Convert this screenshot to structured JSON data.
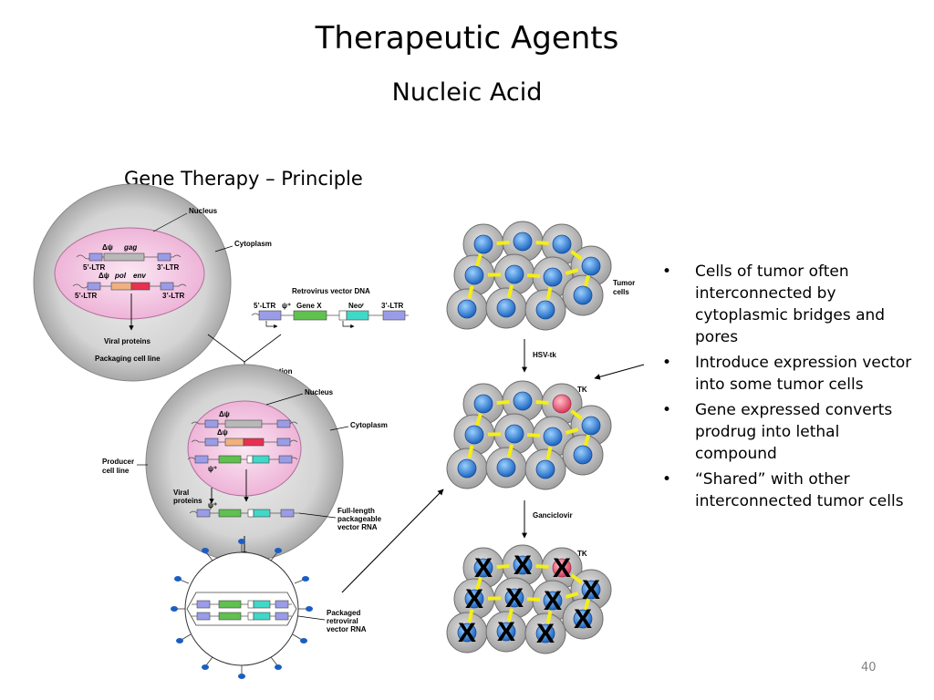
{
  "slide": {
    "title": "Therapeutic Agents",
    "subtitle": "Nucleic Acid",
    "section_title": "Gene Therapy – Principle",
    "page_number": "40"
  },
  "bullets": [
    "Cells of tumor often interconnected by cytoplasmic bridges and pores",
    "Introduce expression vector into some tumor cells",
    "Gene expressed converts prodrug into lethal compound",
    "“Shared” with other interconnected tumor cells"
  ],
  "left_diagram": {
    "nucleus": "Nucleus",
    "cytoplasm": "Cytoplasm",
    "delta_psi": "Δψ",
    "gag": "gag",
    "pol": "pol",
    "env": "env",
    "ltr5": "5’-LTR",
    "ltr3": "3’-LTR",
    "viral_proteins": "Viral proteins",
    "packaging_cell_line": "Packaging cell line",
    "retro_dna": "Retrovirus vector DNA",
    "psi_plus": "ψ⁺",
    "gene_x": "Gene X",
    "neo": "Neoʳ",
    "transfection": "Transfection",
    "producer_1": "Producer",
    "producer_2": "cell line",
    "viral_1": "Viral",
    "viral_2": "proteins",
    "fl_1": "Full-length",
    "fl_2": "packageable",
    "fl_3": "vector RNA",
    "pk_1": "Packaged",
    "pk_2": "retroviral",
    "pk_3": "vector RNA"
  },
  "right_diagram": {
    "tumor_1": "Tumor",
    "tumor_2": "cells",
    "hsv": "HSV-tk",
    "tk": "TK",
    "ganciclovir": "Ganciclovir",
    "x": "X"
  },
  "colors": {
    "cytoplasm": "#c8c8c8",
    "nucleus": "#f4c4e4",
    "blue_nucleus": "#2d7ed8",
    "red_nucleus": "#e85a7a",
    "bridge": "#f4ee18",
    "ltr_box": "#9a9ce8",
    "gag_box": "#b8b8b8",
    "pol_box": "#f0b080",
    "env_box": "#e83050",
    "gene_x_box": "#60c050",
    "neo_box": "#40d8c8"
  }
}
